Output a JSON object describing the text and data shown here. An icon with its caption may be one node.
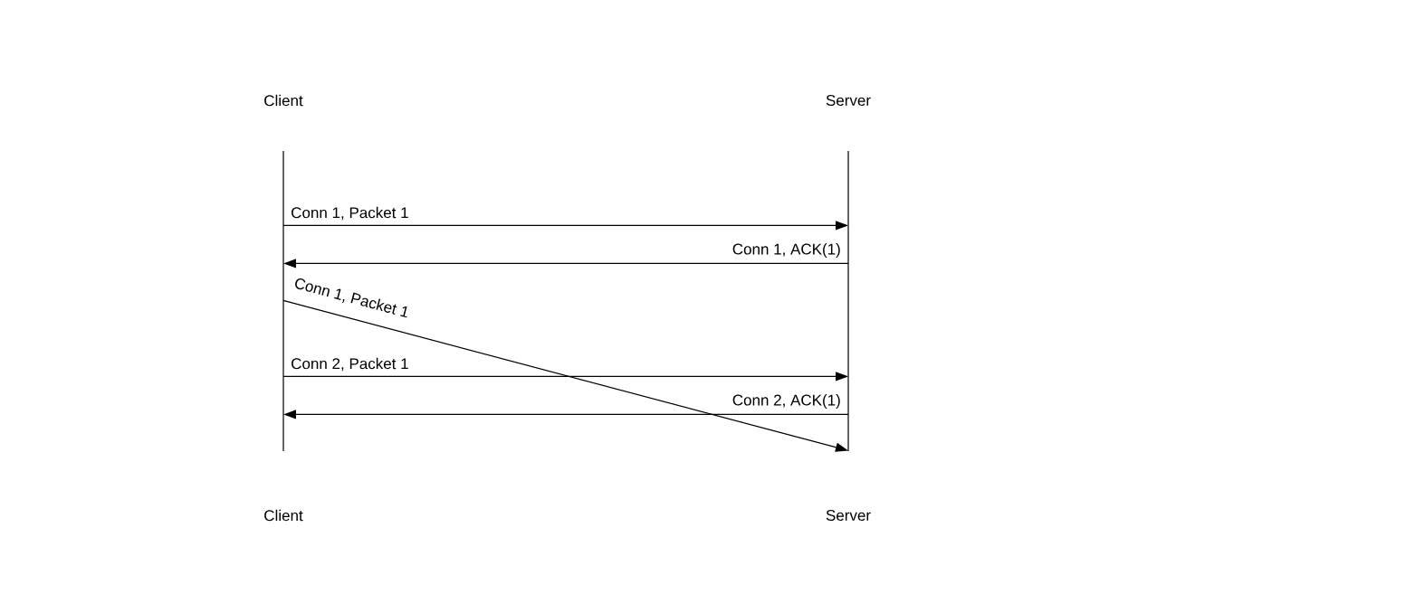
{
  "diagram": {
    "nodes": [
      {
        "text": [],
        "shape": "bar",
        "beside": [
          "Client",
          "Client"
        ]
      },
      {
        "text": [],
        "shape": "bar",
        "beside": [
          "Server",
          "Server"
        ]
      }
    ],
    "edges": [
      {
        "from": 0,
        "to": 1,
        "arrow": "to",
        "label": "Conn 1, Packet 1"
      },
      {
        "from": 1,
        "to": 0,
        "arrow": "to",
        "label": "Conn 1, ACK(1)"
      },
      {
        "from": 0,
        "to": 1,
        "arrow": "to",
        "label": "Conn 1, Packet 1"
      },
      {
        "from": 0,
        "to": 1,
        "arrow": "to",
        "label": "Conn 2, Packet 1"
      },
      {
        "from": 1,
        "to": 0,
        "arrow": "to",
        "label": "Conn 2, ACK(1)"
      }
    ]
  }
}
